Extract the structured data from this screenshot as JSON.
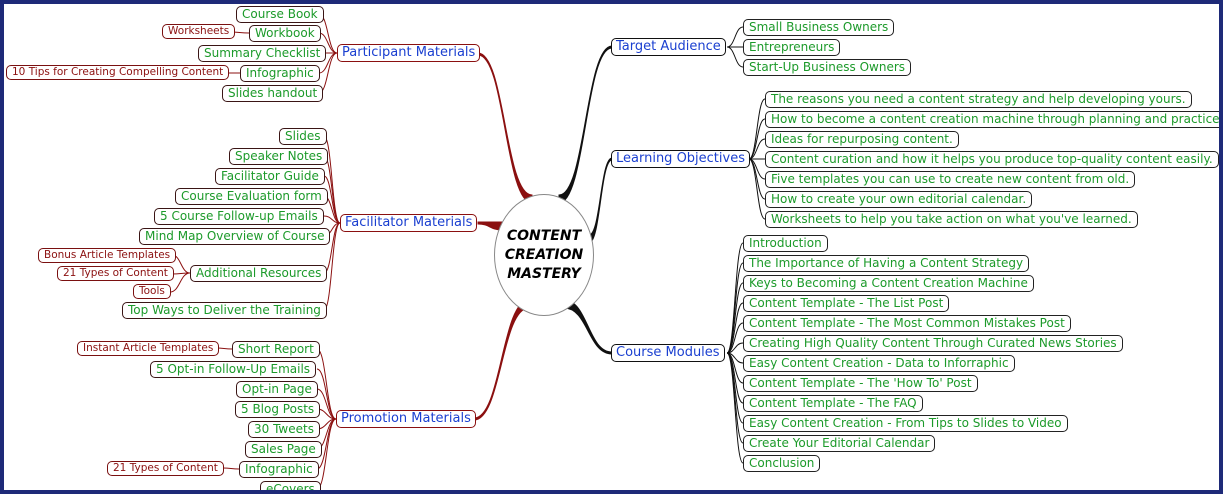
{
  "center": {
    "line1": "CONTENT",
    "line2": "CREATION",
    "line3": "MASTERY"
  },
  "branches": {
    "participant": "Participant Materials",
    "facilitator": "Facilitator Materials",
    "promotion": "Promotion Materials",
    "target": "Target Audience",
    "learning": "Learning Objectives",
    "modules": "Course Modules"
  },
  "participant": [
    "Course Book",
    "Workbook",
    "Summary Checklist",
    "Infographic",
    "Slides handout"
  ],
  "participant_sub": {
    "workbook": "Worksheets",
    "infographic": "10 Tips for Creating Compelling Content"
  },
  "facilitator": [
    "Slides",
    "Speaker Notes",
    "Facilitator Guide",
    "Course Evaluation form",
    "5 Course Follow-up Emails",
    "Mind Map Overview of Course",
    "Additional Resources",
    "Top Ways to Deliver the Training"
  ],
  "facilitator_sub": [
    "Bonus Article Templates",
    "21 Types of Content",
    "Tools"
  ],
  "promotion": [
    "Short Report",
    "5 Opt-in Follow-Up Emails",
    "Opt-in Page",
    "5 Blog Posts",
    "30 Tweets",
    "Sales Page",
    "Infographic",
    "eCovers"
  ],
  "promotion_sub": {
    "short_report": "Instant Article Templates",
    "infographic": "21 Types of Content"
  },
  "target": [
    "Small Business Owners",
    "Entrepreneurs",
    "Start-Up Business Owners"
  ],
  "learning": [
    "The reasons you need a content strategy and help developing yours.",
    "How to become a content creation machine through planning and practice.",
    "Ideas for repurposing content.",
    "Content curation and how it helps you produce top-quality content easily.",
    "Five templates you can use to create new content from old.",
    "How to create your own editorial calendar.",
    "Worksheets to help you take action on what you've learned."
  ],
  "modules": [
    "Introduction",
    "The Importance of Having a Content Strategy",
    "Keys to Becoming a Content Creation Machine",
    "Content Template - The List Post",
    "Content Template - The Most Common Mistakes Post",
    "Creating High Quality Content Through Curated News Stories",
    "Easy Content Creation - Data to Inforraphic",
    "Content Template - The 'How To' Post",
    "Content Template - The FAQ",
    "Easy Content Creation - From Tips to Slides to Video",
    "Create Your Editorial Calendar",
    "Conclusion"
  ]
}
